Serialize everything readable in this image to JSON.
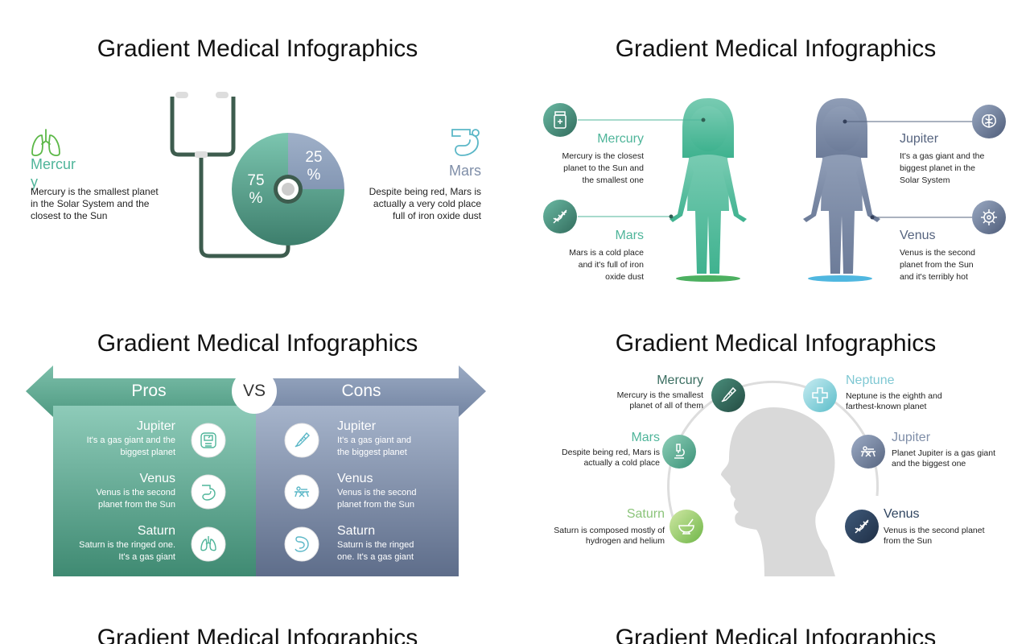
{
  "title": "Gradient Medical Infographics",
  "colors": {
    "teal": "#4fb59a",
    "tealDark": "#3a7b6a",
    "slate": "#7f8ea8",
    "slateDark": "#56647f"
  },
  "slide1": {
    "mercury": {
      "title": "Mercur\ny",
      "body": "Mercury is the smallest planet in the Solar System and the closest to the Sun",
      "icon": "lungs-icon"
    },
    "mars": {
      "title": "Mars",
      "body": "Despite being red, Mars is actually a very cold place full of iron oxide dust",
      "icon": "stomach-icon"
    },
    "pie": {
      "label_big": "75\n%",
      "label_small": "25\n%",
      "values": [
        75,
        25
      ]
    }
  },
  "slide2": {
    "mercury": {
      "title": "Mercury",
      "body": "Mercury is the closest planet to the Sun and the smallest one",
      "icon": "medicine-jar-icon"
    },
    "mars": {
      "title": "Mars",
      "body": "Mars is a cold place and it's full of iron oxide dust",
      "icon": "dna-icon"
    },
    "jupiter": {
      "title": "Jupiter",
      "body": "It's a gas giant and the biggest planet in the Solar System",
      "icon": "brain-icon"
    },
    "venus": {
      "title": "Venus",
      "body": "Venus is the second planet from the Sun and it's terribly hot",
      "icon": "virus-icon"
    }
  },
  "slide3": {
    "pros": "Pros",
    "vs": "VS",
    "cons": "Cons",
    "left": [
      {
        "title": "Jupiter",
        "body": "It's a gas giant and the biggest planet",
        "icon": "scale-icon"
      },
      {
        "title": "Venus",
        "body": "Venus is the second planet from the Sun",
        "icon": "stomach-icon"
      },
      {
        "title": "Saturn",
        "body": "Saturn is the ringed one. It's a gas giant",
        "icon": "lungs-icon"
      }
    ],
    "right": [
      {
        "title": "Jupiter",
        "body": "It's a gas giant and the biggest planet",
        "icon": "thermometer-icon"
      },
      {
        "title": "Venus",
        "body": "Venus is the second planet from the Sun",
        "icon": "stretcher-icon"
      },
      {
        "title": "Saturn",
        "body": "Saturn is the ringed one. It's a gas giant",
        "icon": "intestine-icon"
      }
    ]
  },
  "slide4": {
    "mercury": {
      "title": "Mercury",
      "body": "Mercury is the smallest planet of all of them",
      "icon": "thermometer-icon"
    },
    "mars": {
      "title": "Mars",
      "body": "Despite being red, Mars is actually a cold place",
      "icon": "microscope-icon"
    },
    "saturn": {
      "title": "Saturn",
      "body": "Saturn is composed mostly of hydrogen and helium",
      "icon": "mortar-icon"
    },
    "neptune": {
      "title": "Neptune",
      "body": "Neptune is the eighth and farthest-known planet",
      "icon": "first-aid-icon"
    },
    "jupiter": {
      "title": "Jupiter",
      "body": "Planet Jupiter is a gas giant and the biggest one",
      "icon": "stretcher-icon"
    },
    "venus": {
      "title": "Venus",
      "body": "Venus is the second planet from the Sun",
      "icon": "dna-icon"
    }
  }
}
